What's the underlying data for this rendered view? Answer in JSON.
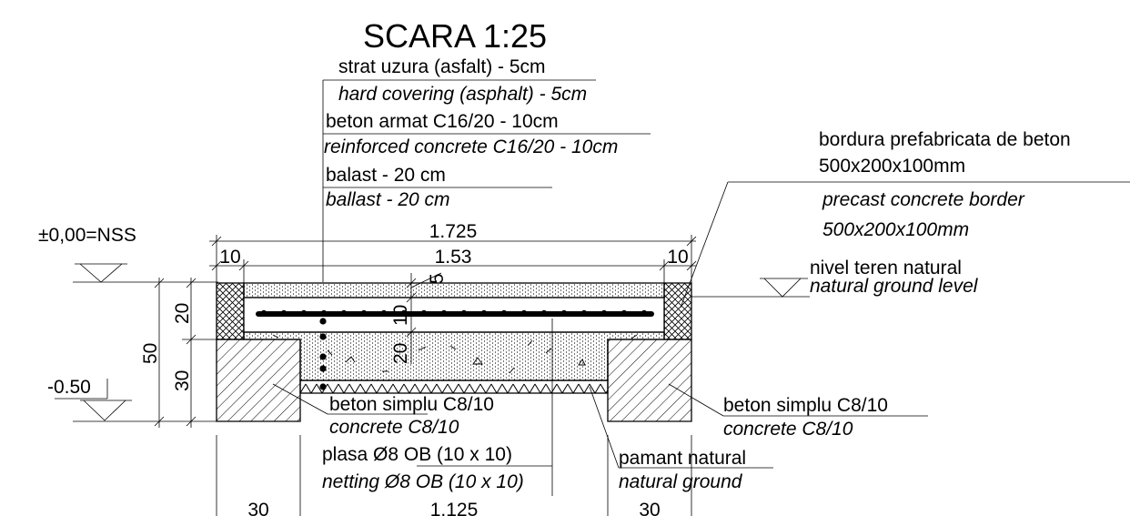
{
  "title": "SCARA 1:25",
  "layers": {
    "asphalt_ro": "strat uzura (asfalt) - 5cm",
    "asphalt_en": "hard covering (asphalt) - 5cm",
    "concrete_ro": "beton armat C16/20 - 10cm",
    "concrete_en": "reinforced concrete C16/20 - 10cm",
    "ballast_ro": "balast - 20 cm",
    "ballast_en": "ballast - 20 cm"
  },
  "border": {
    "ro": "bordura prefabricata de beton",
    "size_ro": "500x200x100mm",
    "en": "precast concrete border",
    "size_en": "500x200x100mm"
  },
  "levels": {
    "nss": "±0,00=NSS",
    "ground_ro": "nivel teren natural",
    "ground_en": "natural ground level",
    "minus": "-0.50"
  },
  "foundation_left": {
    "ro": "beton simplu C8/10",
    "en": "concrete  C8/10"
  },
  "foundation_right": {
    "ro": "beton simplu C8/10",
    "en": "concrete  C8/10"
  },
  "mesh": {
    "ro": "plasa Ø8 OB (10 x 10)",
    "en": "netting Ø8 OB (10 x 10)"
  },
  "soil": {
    "ro": "pamant natural",
    "en": "natural ground"
  },
  "dims": {
    "overall": "1.725",
    "inner": "1.53",
    "left_edge": "10",
    "right_edge": "10",
    "asphalt": "5",
    "slab": "10",
    "ballast": "20",
    "border_h": "20",
    "found_h": "30",
    "total_h": "50",
    "bottom_left": "30",
    "bottom_mid": "1.125",
    "bottom_right": "30"
  },
  "colors": {
    "line": "#000000",
    "background": "#ffffff"
  }
}
